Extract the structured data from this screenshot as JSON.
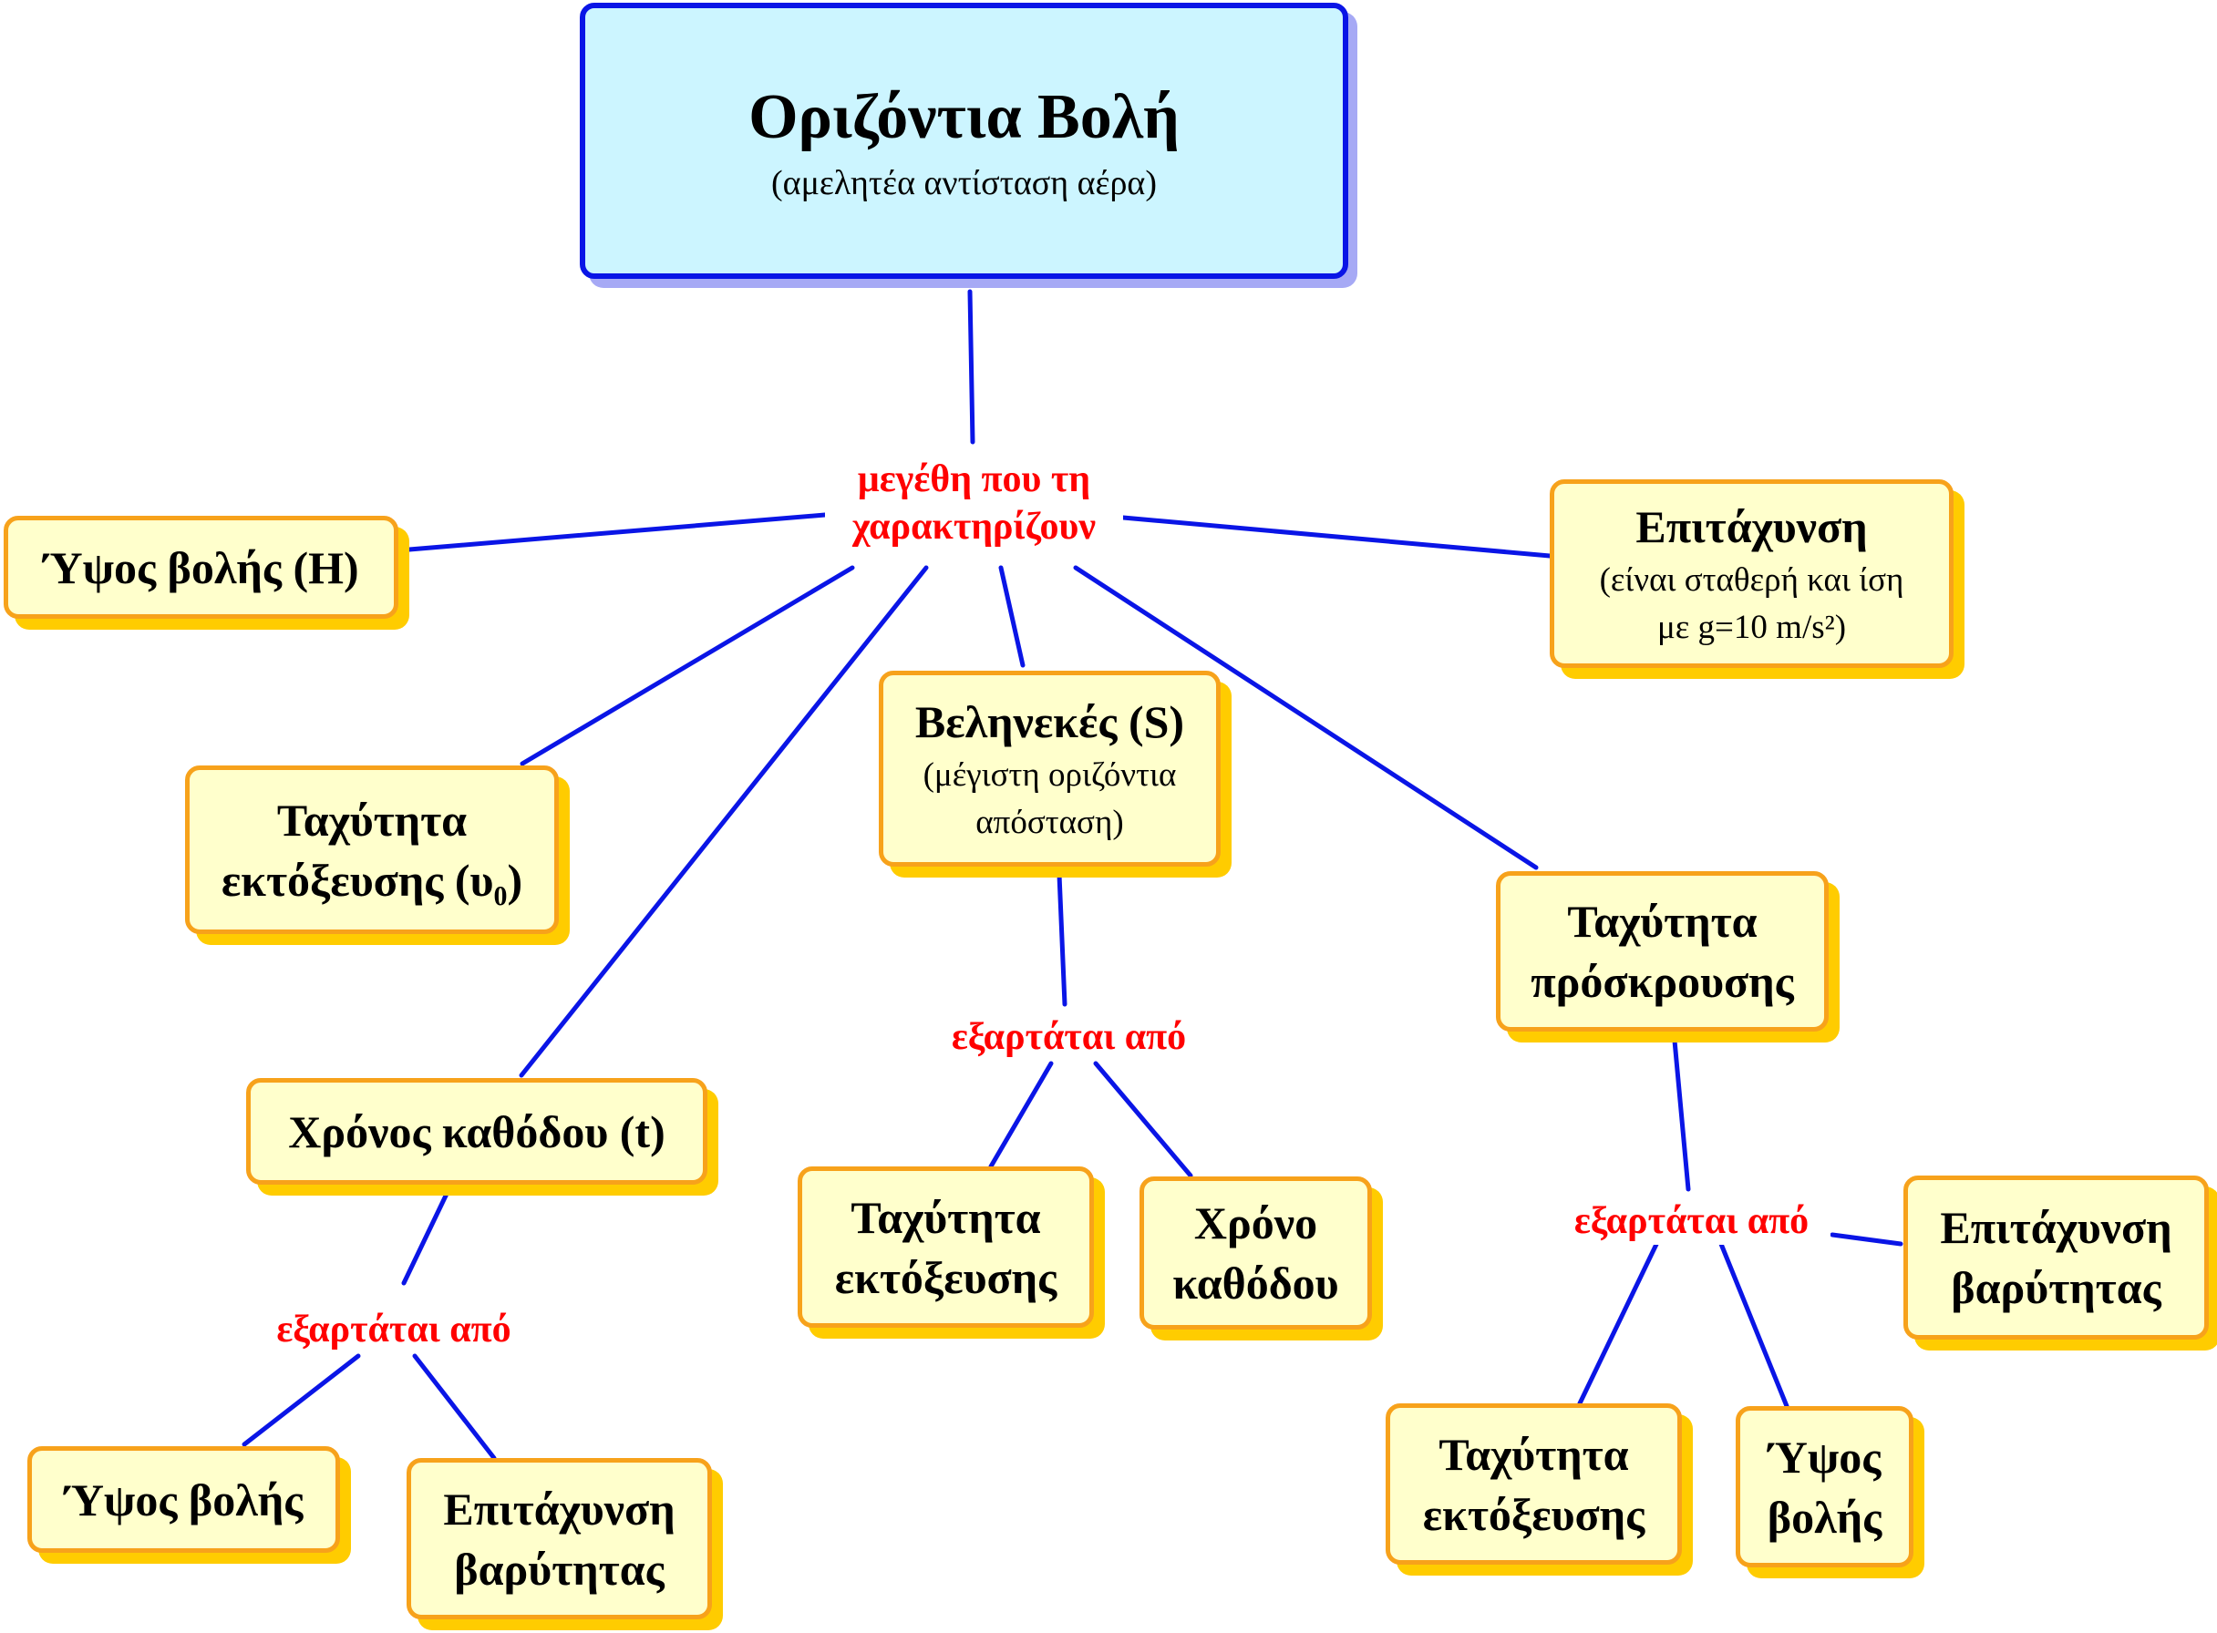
{
  "root": {
    "title": "Οριζόντια Βολή",
    "subtitle": "(αμελητέα αντίσταση αέρα)"
  },
  "connector": {
    "line1": "μεγέθη που τη",
    "line2": "χαρακτηρίζουν"
  },
  "nodes": {
    "height": {
      "title": "Ύψος βολής (Η)"
    },
    "acceleration": {
      "title": "Επιτάχυνση",
      "note1": "(είναι σταθερή και ίση",
      "note2": "με g=10 m/s²)"
    },
    "launch_speed": {
      "line1": "Ταχύτητα",
      "line2": "εκτόξευσης (υ₀)"
    },
    "range": {
      "title": "Βεληνεκές (S)",
      "note1": "(μέγιστη οριζόντια",
      "note2": "απόσταση)"
    },
    "impact_speed": {
      "line1": "Ταχύτητα",
      "line2": "πρόσκρουσης"
    },
    "fall_time": {
      "title": "Χρόνος καθόδου (t)"
    }
  },
  "dependencies": {
    "label": "εξαρτάται από",
    "fall_time": {
      "a": "Ύψος βολής",
      "b1": "Επιτάχυνση",
      "b2": "βαρύτητας"
    },
    "range": {
      "a1": "Ταχύτητα",
      "a2": "εκτόξευσης",
      "b1": "Χρόνο",
      "b2": "καθόδου"
    },
    "impact_speed": {
      "a1": "Ταχύτητα",
      "a2": "εκτόξευσης",
      "b1": "Ύψος",
      "b2": "βολής",
      "c1": "Επιτάχυνση",
      "c2": "βαρύτητας"
    }
  },
  "colors": {
    "line": "#0a15e6",
    "label": "#ff0000",
    "box_fill": "#ffffcc",
    "box_border": "#f7a21b",
    "root_fill": "#ccf5ff"
  }
}
